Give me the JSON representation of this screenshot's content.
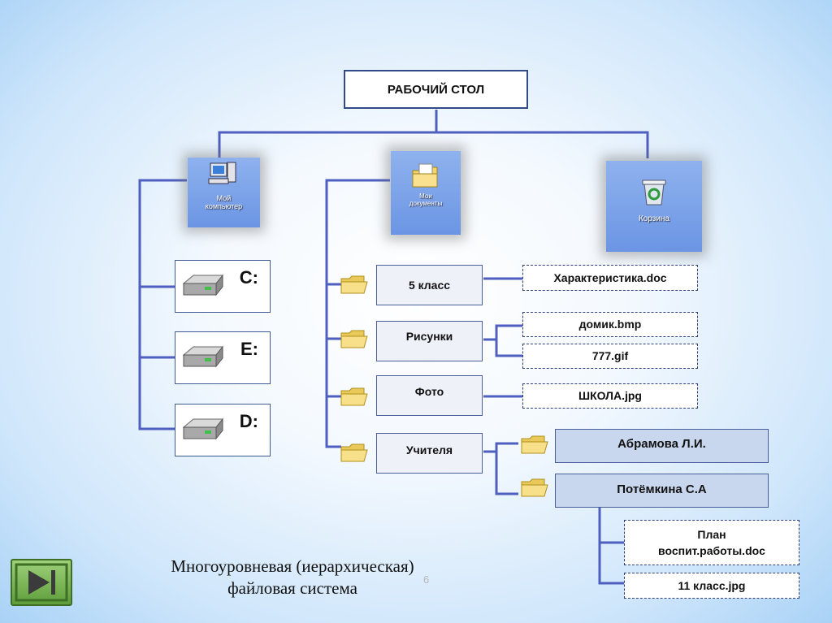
{
  "root": {
    "label": "РАБОЧИЙ СТОЛ"
  },
  "desktop_icons": [
    {
      "label_line1": "Мой",
      "label_line2": "компьютер",
      "icon": "computer-icon"
    },
    {
      "label_line1": "Мои",
      "label_line2": "документы",
      "icon": "documents-icon"
    },
    {
      "label_line1": "Корзина",
      "label_line2": "",
      "icon": "recycle-bin-icon"
    }
  ],
  "drives": [
    {
      "letter": "C:",
      "icon": "hard-drive-icon"
    },
    {
      "letter": "E:",
      "icon": "hard-drive-icon"
    },
    {
      "letter": "D:",
      "icon": "hard-drive-icon"
    }
  ],
  "folders": [
    {
      "label": "5 класс",
      "files": [
        "Характеристика.doc"
      ]
    },
    {
      "label": "Рисунки",
      "files": [
        "домик.bmp",
        "777.gif"
      ]
    },
    {
      "label": "Фото",
      "files": [
        "ШКОЛА.jpg"
      ]
    },
    {
      "label": "Учителя",
      "files": []
    }
  ],
  "teachers": [
    {
      "label": "Абрамова Л.И."
    },
    {
      "label": "Потёмкина С.А"
    }
  ],
  "teacher_files": {
    "plan_line1": "План",
    "plan_line2": "воспит.работы.doc",
    "photo": "11 класс.jpg"
  },
  "caption": {
    "line1": "Многоуровневая (иерархическая)",
    "line2": "файловая система"
  },
  "slide_number": "6",
  "colors": {
    "connector": "#4f5fbf",
    "box_border": "#2f4a86",
    "teacher_fill": "#c9d7ee",
    "nav_button": "#7cb85a"
  }
}
